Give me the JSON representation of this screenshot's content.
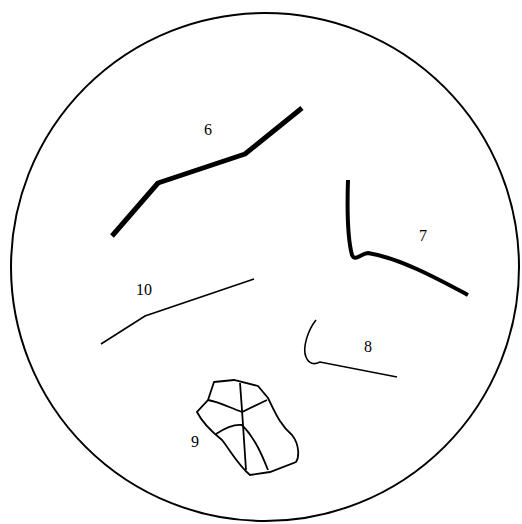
{
  "diagram": {
    "labels": [
      "6",
      "7",
      "10",
      "8",
      "9"
    ]
  }
}
